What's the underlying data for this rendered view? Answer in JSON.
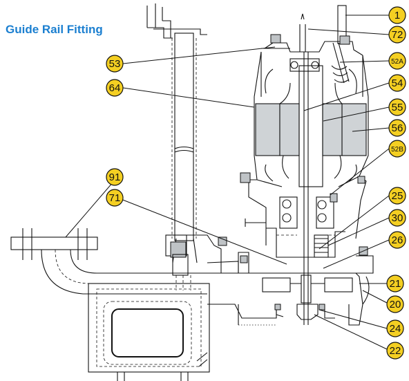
{
  "title": "Guide Rail Fitting",
  "colors": {
    "title": "#1b7fd0",
    "balloon_fill": "#f4cf22",
    "line": "#111111",
    "stator_fill": "#cfd3d6"
  },
  "labels": [
    {
      "id": "1",
      "text": "1"
    },
    {
      "id": "72",
      "text": "72"
    },
    {
      "id": "52A",
      "text": "52A"
    },
    {
      "id": "53",
      "text": "53"
    },
    {
      "id": "64",
      "text": "64"
    },
    {
      "id": "54",
      "text": "54"
    },
    {
      "id": "55",
      "text": "55"
    },
    {
      "id": "56",
      "text": "56"
    },
    {
      "id": "52B",
      "text": "52B"
    },
    {
      "id": "91",
      "text": "91"
    },
    {
      "id": "71",
      "text": "71"
    },
    {
      "id": "25",
      "text": "25"
    },
    {
      "id": "30",
      "text": "30"
    },
    {
      "id": "26",
      "text": "26"
    },
    {
      "id": "21",
      "text": "21"
    },
    {
      "id": "20",
      "text": "20"
    },
    {
      "id": "24",
      "text": "24"
    },
    {
      "id": "22",
      "text": "22"
    }
  ]
}
